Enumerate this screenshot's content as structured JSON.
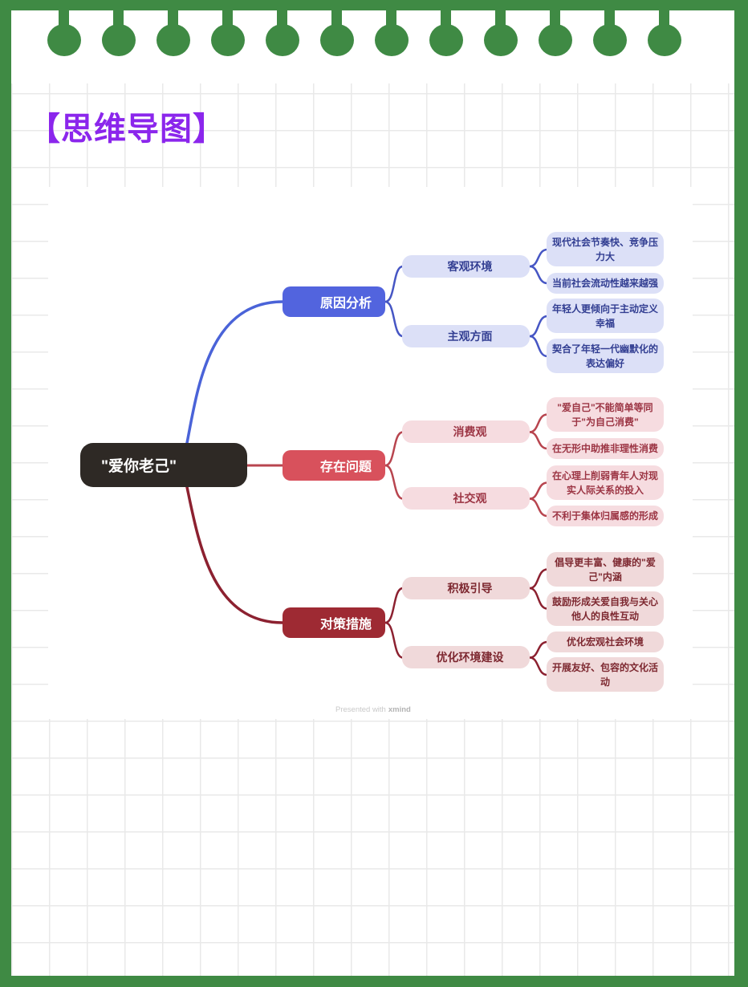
{
  "header": {
    "title": "【思维导图】"
  },
  "decoration": {
    "binder_rings": 12
  },
  "colors": {
    "frame_green": "#3F8A44",
    "title_purple": "#8B26EC",
    "root_bg": "#2E2925",
    "branch1_main": "#5264DE",
    "branch1_light": "#DCE0F7",
    "branch1_text": "#323E92",
    "branch1_line": "#4656C4",
    "branch2_main": "#D8515C",
    "branch2_light": "#F6DCE0",
    "branch2_text": "#9C3544",
    "branch2_line": "#B8454F",
    "branch3_main": "#9E2A33",
    "branch3_light": "#F0D9DA",
    "branch3_text": "#7D2830",
    "branch3_line": "#8C2130",
    "grid_line": "#E9E9E9"
  },
  "mindmap": {
    "root": {
      "label": "\"爱你老己\""
    },
    "branches": [
      {
        "label": "原因分析",
        "children": [
          {
            "label": "客观环境",
            "children": [
              {
                "label": "现代社会节奏快、竞争压力大"
              },
              {
                "label": "当前社会流动性越来越强"
              }
            ]
          },
          {
            "label": "主观方面",
            "children": [
              {
                "label": "年轻人更倾向于主动定义幸福"
              },
              {
                "label": "契合了年轻一代幽默化的表达偏好"
              }
            ]
          }
        ]
      },
      {
        "label": "存在问题",
        "children": [
          {
            "label": "消费观",
            "children": [
              {
                "label": "\"爱自己\"不能简单等同于\"为自己消费\""
              },
              {
                "label": "在无形中助推非理性消费"
              }
            ]
          },
          {
            "label": "社交观",
            "children": [
              {
                "label": "在心理上削弱青年人对现实人际关系的投入"
              },
              {
                "label": "不利于集体归属感的形成"
              }
            ]
          }
        ]
      },
      {
        "label": "对策措施",
        "children": [
          {
            "label": "积极引导",
            "children": [
              {
                "label": "倡导更丰富、健康的\"爱己\"内涵"
              },
              {
                "label": "鼓励形成关爱自我与关心他人的良性互动"
              }
            ]
          },
          {
            "label": "优化环境建设",
            "children": [
              {
                "label": "优化宏观社会环境"
              },
              {
                "label": "开展友好、包容的文化活动"
              }
            ]
          }
        ]
      }
    ]
  },
  "watermark": {
    "prefix": "Presented with",
    "brand": "xmind"
  }
}
